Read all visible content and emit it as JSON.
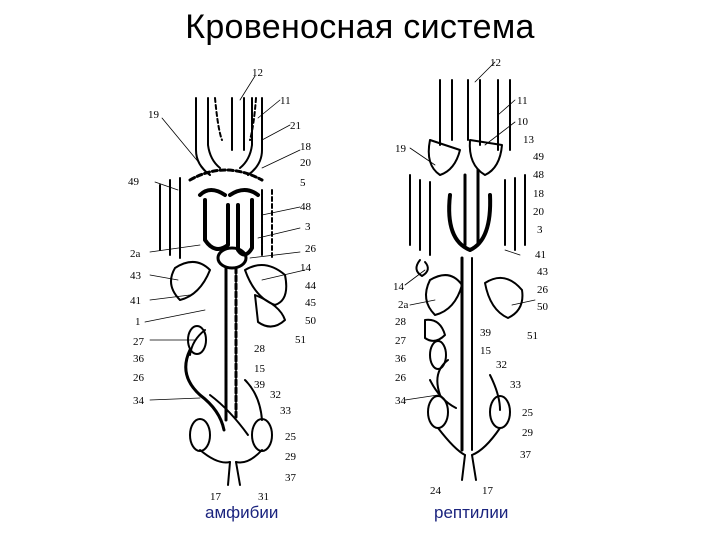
{
  "title": "Кровеносная система",
  "captions": {
    "left": "амфибии",
    "right": "рептилии"
  },
  "amphibian_labels": {
    "right": [
      "12",
      "11",
      "21",
      "18",
      "20",
      "5",
      "48",
      "3",
      "26",
      "14",
      "44",
      "45",
      "50",
      "51"
    ],
    "left": [
      "19",
      "49",
      "2a",
      "43",
      "41",
      "1",
      "27",
      "36",
      "26",
      "34"
    ],
    "center": [
      "28",
      "15",
      "39",
      "32",
      "33",
      "25",
      "29",
      "37"
    ],
    "bottom": [
      "17",
      "31"
    ]
  },
  "reptile_labels": {
    "right": [
      "12",
      "11",
      "10",
      "13",
      "49",
      "48",
      "18",
      "20",
      "3",
      "41",
      "43",
      "26",
      "50",
      "51"
    ],
    "left": [
      "19",
      "14",
      "2a",
      "28",
      "27",
      "36",
      "26",
      "34"
    ],
    "center": [
      "39",
      "15",
      "32",
      "33",
      "25",
      "29",
      "37"
    ],
    "bottom": [
      "24",
      "17"
    ]
  },
  "colors": {
    "ink": "#000000",
    "caption": "#1a237e"
  }
}
